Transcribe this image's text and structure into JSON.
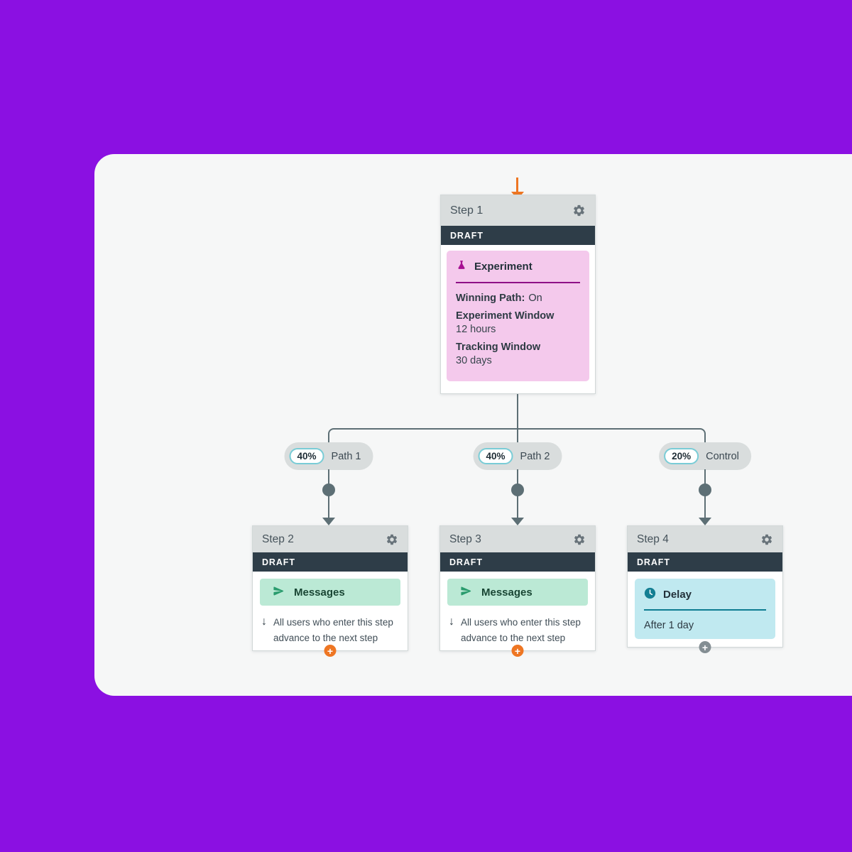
{
  "colors": {
    "backdrop_purple": "#8b10e2",
    "panel": "#f6f7f7",
    "card_header_gray": "#d9dddd",
    "draft_bar": "#2e3d48",
    "experiment_pink": "#f4c9ec",
    "experiment_accent": "#a60f92",
    "messages_green": "#bbe9d5",
    "messages_icon_green": "#2a9c6e",
    "delay_cyan": "#c0e9f0",
    "delay_accent": "#0e7d92",
    "connector_gray": "#5d6f75",
    "accent_orange": "#ee7623"
  },
  "icons": {
    "step_menu": "gear-icon",
    "experiment": "flask-icon",
    "messages": "paper-plane-icon",
    "delay": "clock-icon",
    "advance": "down-arrow-icon",
    "add_step": "plus-icon",
    "entry": "entry-arrow-icon"
  },
  "branches": [
    {
      "percent": "40%",
      "label": "Path 1"
    },
    {
      "percent": "40%",
      "label": "Path 2"
    },
    {
      "percent": "20%",
      "label": "Control"
    }
  ],
  "steps": [
    {
      "title": "Step 1",
      "status": "DRAFT",
      "block": {
        "type": "experiment",
        "title": "Experiment",
        "fields": [
          {
            "label": "Winning Path:",
            "value": "On"
          },
          {
            "label": "Experiment Window",
            "value": "12 hours"
          },
          {
            "label": "Tracking Window",
            "value": "30 days"
          }
        ]
      }
    },
    {
      "title": "Step 2",
      "status": "DRAFT",
      "block": {
        "type": "messages",
        "title": "Messages"
      },
      "description": "All users who enter this step advance to the next step",
      "add_label": "+"
    },
    {
      "title": "Step 3",
      "status": "DRAFT",
      "block": {
        "type": "messages",
        "title": "Messages"
      },
      "description": "All users who enter this step advance to the next step",
      "add_label": "+"
    },
    {
      "title": "Step 4",
      "status": "DRAFT",
      "block": {
        "type": "delay",
        "title": "Delay",
        "value": "After 1 day"
      },
      "add_label": "+"
    }
  ]
}
